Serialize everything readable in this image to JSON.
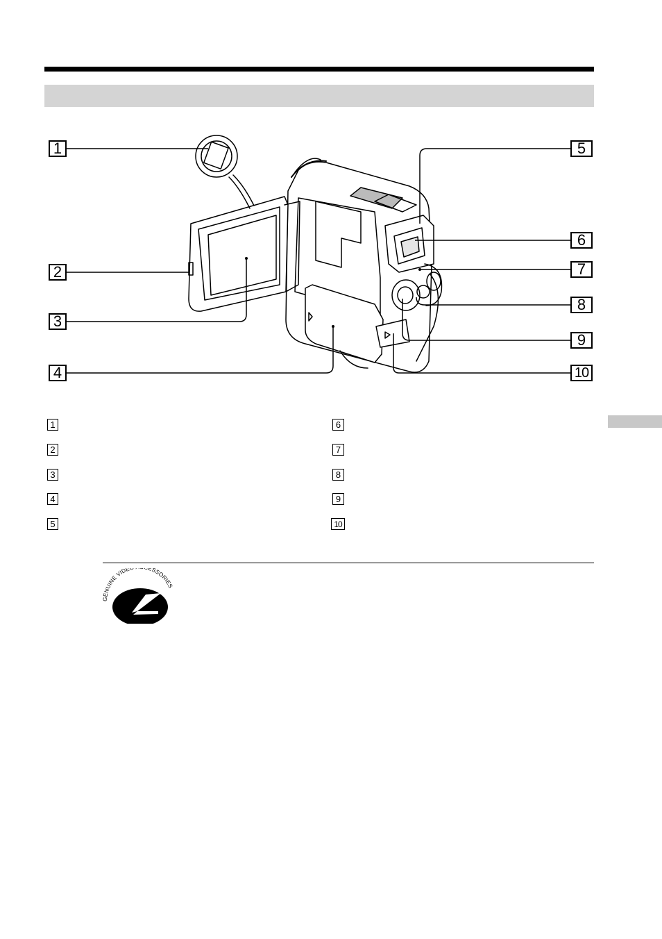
{
  "callouts": [
    "1",
    "2",
    "3",
    "4",
    "5",
    "6",
    "7",
    "8",
    "9",
    "10"
  ],
  "legend": {
    "left": [
      {
        "num": "1",
        "text": ""
      },
      {
        "num": "2",
        "text": ""
      },
      {
        "num": "3",
        "text": ""
      },
      {
        "num": "4",
        "text": ""
      },
      {
        "num": "5",
        "text": ""
      }
    ],
    "right": [
      {
        "num": "6",
        "text": ""
      },
      {
        "num": "7",
        "text": ""
      },
      {
        "num": "8",
        "text": ""
      },
      {
        "num": "9",
        "text": ""
      },
      {
        "num": "10",
        "text": ""
      }
    ]
  },
  "logo": {
    "arc_text": "GENUINE VIDEO ACCESSORIES"
  }
}
